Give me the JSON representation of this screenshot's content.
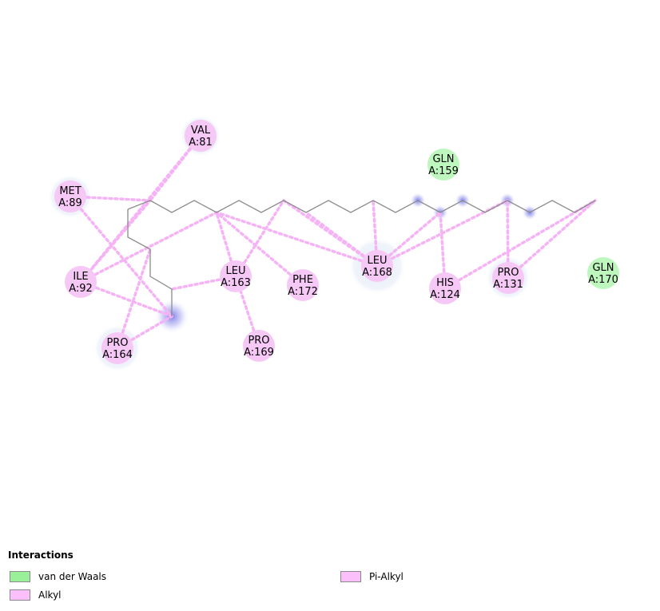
{
  "residues": [
    {
      "id": "val81",
      "name": "VAL",
      "num": "A:81",
      "type": "alkyl",
      "halo": true
    },
    {
      "id": "met89",
      "name": "MET",
      "num": "A:89",
      "type": "alkyl",
      "halo": true
    },
    {
      "id": "ile92",
      "name": "ILE",
      "num": "A:92",
      "type": "alkyl",
      "halo": false
    },
    {
      "id": "pro164",
      "name": "PRO",
      "num": "A:164",
      "type": "alkyl",
      "halo": true
    },
    {
      "id": "leu163",
      "name": "LEU",
      "num": "A:163",
      "type": "alkyl",
      "halo": false
    },
    {
      "id": "pro169",
      "name": "PRO",
      "num": "A:169",
      "type": "alkyl",
      "halo": false
    },
    {
      "id": "phe172",
      "name": "PHE",
      "num": "A:172",
      "type": "pi-alkyl",
      "halo": false
    },
    {
      "id": "leu168",
      "name": "LEU",
      "num": "A:168",
      "type": "alkyl",
      "halo": true
    },
    {
      "id": "gln159",
      "name": "GLN",
      "num": "A:159",
      "type": "vdw",
      "halo": false
    },
    {
      "id": "his124",
      "name": "HIS",
      "num": "A:124",
      "type": "pi-alkyl",
      "halo": false
    },
    {
      "id": "pro131",
      "name": "PRO",
      "num": "A:131",
      "type": "alkyl",
      "halo": true
    },
    {
      "id": "gln170",
      "name": "GLN",
      "num": "A:170",
      "type": "vdw",
      "halo": false
    }
  ],
  "legend": {
    "title": "Interactions",
    "items": [
      {
        "label": "van der Waals",
        "color": "#99f099"
      },
      {
        "label": "Pi-Alkyl",
        "color": "#fbc0fb"
      },
      {
        "label": "Alkyl",
        "color": "#fbc0fb"
      }
    ]
  },
  "colors": {
    "vdw": "#bdf7bd",
    "alkyl": "#f6c8f6",
    "pi-alkyl": "#f6c8f6",
    "line": "#f5b3f5",
    "bond": "#8c8c8c",
    "halo": "#e8eef8",
    "atom_glow": "#8080ee"
  }
}
